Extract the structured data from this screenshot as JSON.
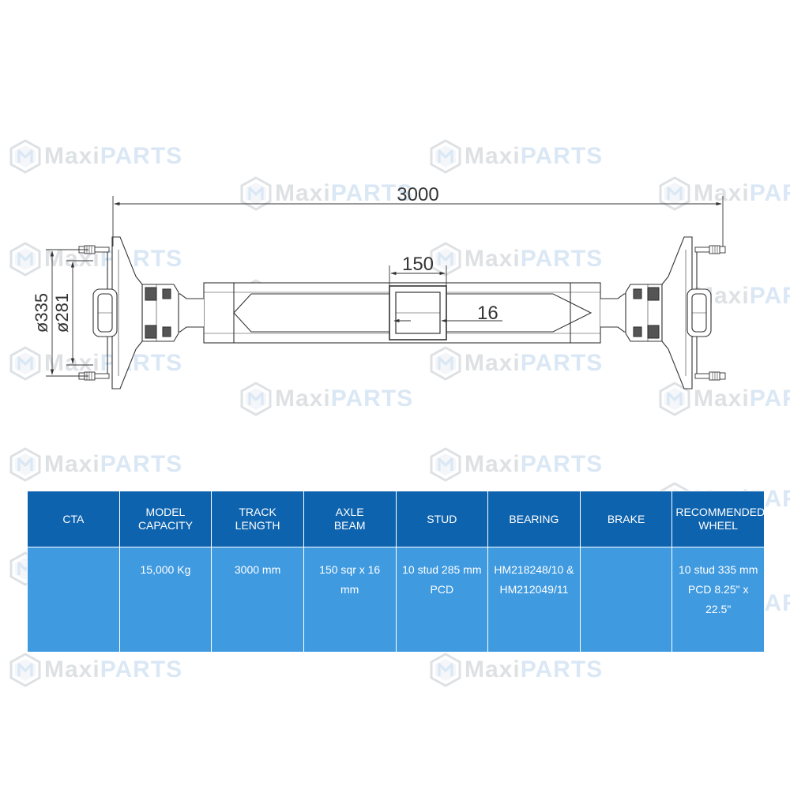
{
  "watermark": {
    "brand_maxi": "Maxi",
    "brand_parts": "PARTS",
    "logo_icon": "maxiparts-hexagon-m-icon",
    "colors": {
      "maxi": "#9aa3ad",
      "parts": "#8fb8de"
    }
  },
  "drawing": {
    "track_dimension": "3000",
    "beam_width_dimension": "150",
    "wall_thickness_dimension": "16",
    "outer_diameter_dimension": "ø335",
    "stud_pcd_dimension": "ø281"
  },
  "table": {
    "colors": {
      "header_bg": "#0e63ae",
      "row_bg": "#3f9ae0",
      "text": "#ffffff"
    },
    "headers": [
      [
        "CTA"
      ],
      [
        "MODEL",
        "CAPACITY"
      ],
      [
        "TRACK",
        "LENGTH"
      ],
      [
        "AXLE",
        "BEAM"
      ],
      [
        "STUD"
      ],
      [
        "BEARING"
      ],
      [
        "BRAKE"
      ],
      [
        "RECOMMENDED",
        "WHEEL"
      ]
    ],
    "row": [
      [
        ""
      ],
      [
        "15,000 Kg"
      ],
      [
        "3000 mm"
      ],
      [
        "150 sqr x 16",
        "mm"
      ],
      [
        "10 stud 285 mm",
        "PCD"
      ],
      [
        "HM218248/10 &",
        "HM212049/11"
      ],
      [
        ""
      ],
      [
        "10 stud 335 mm",
        "PCD 8.25\" x",
        "22.5\""
      ]
    ]
  }
}
